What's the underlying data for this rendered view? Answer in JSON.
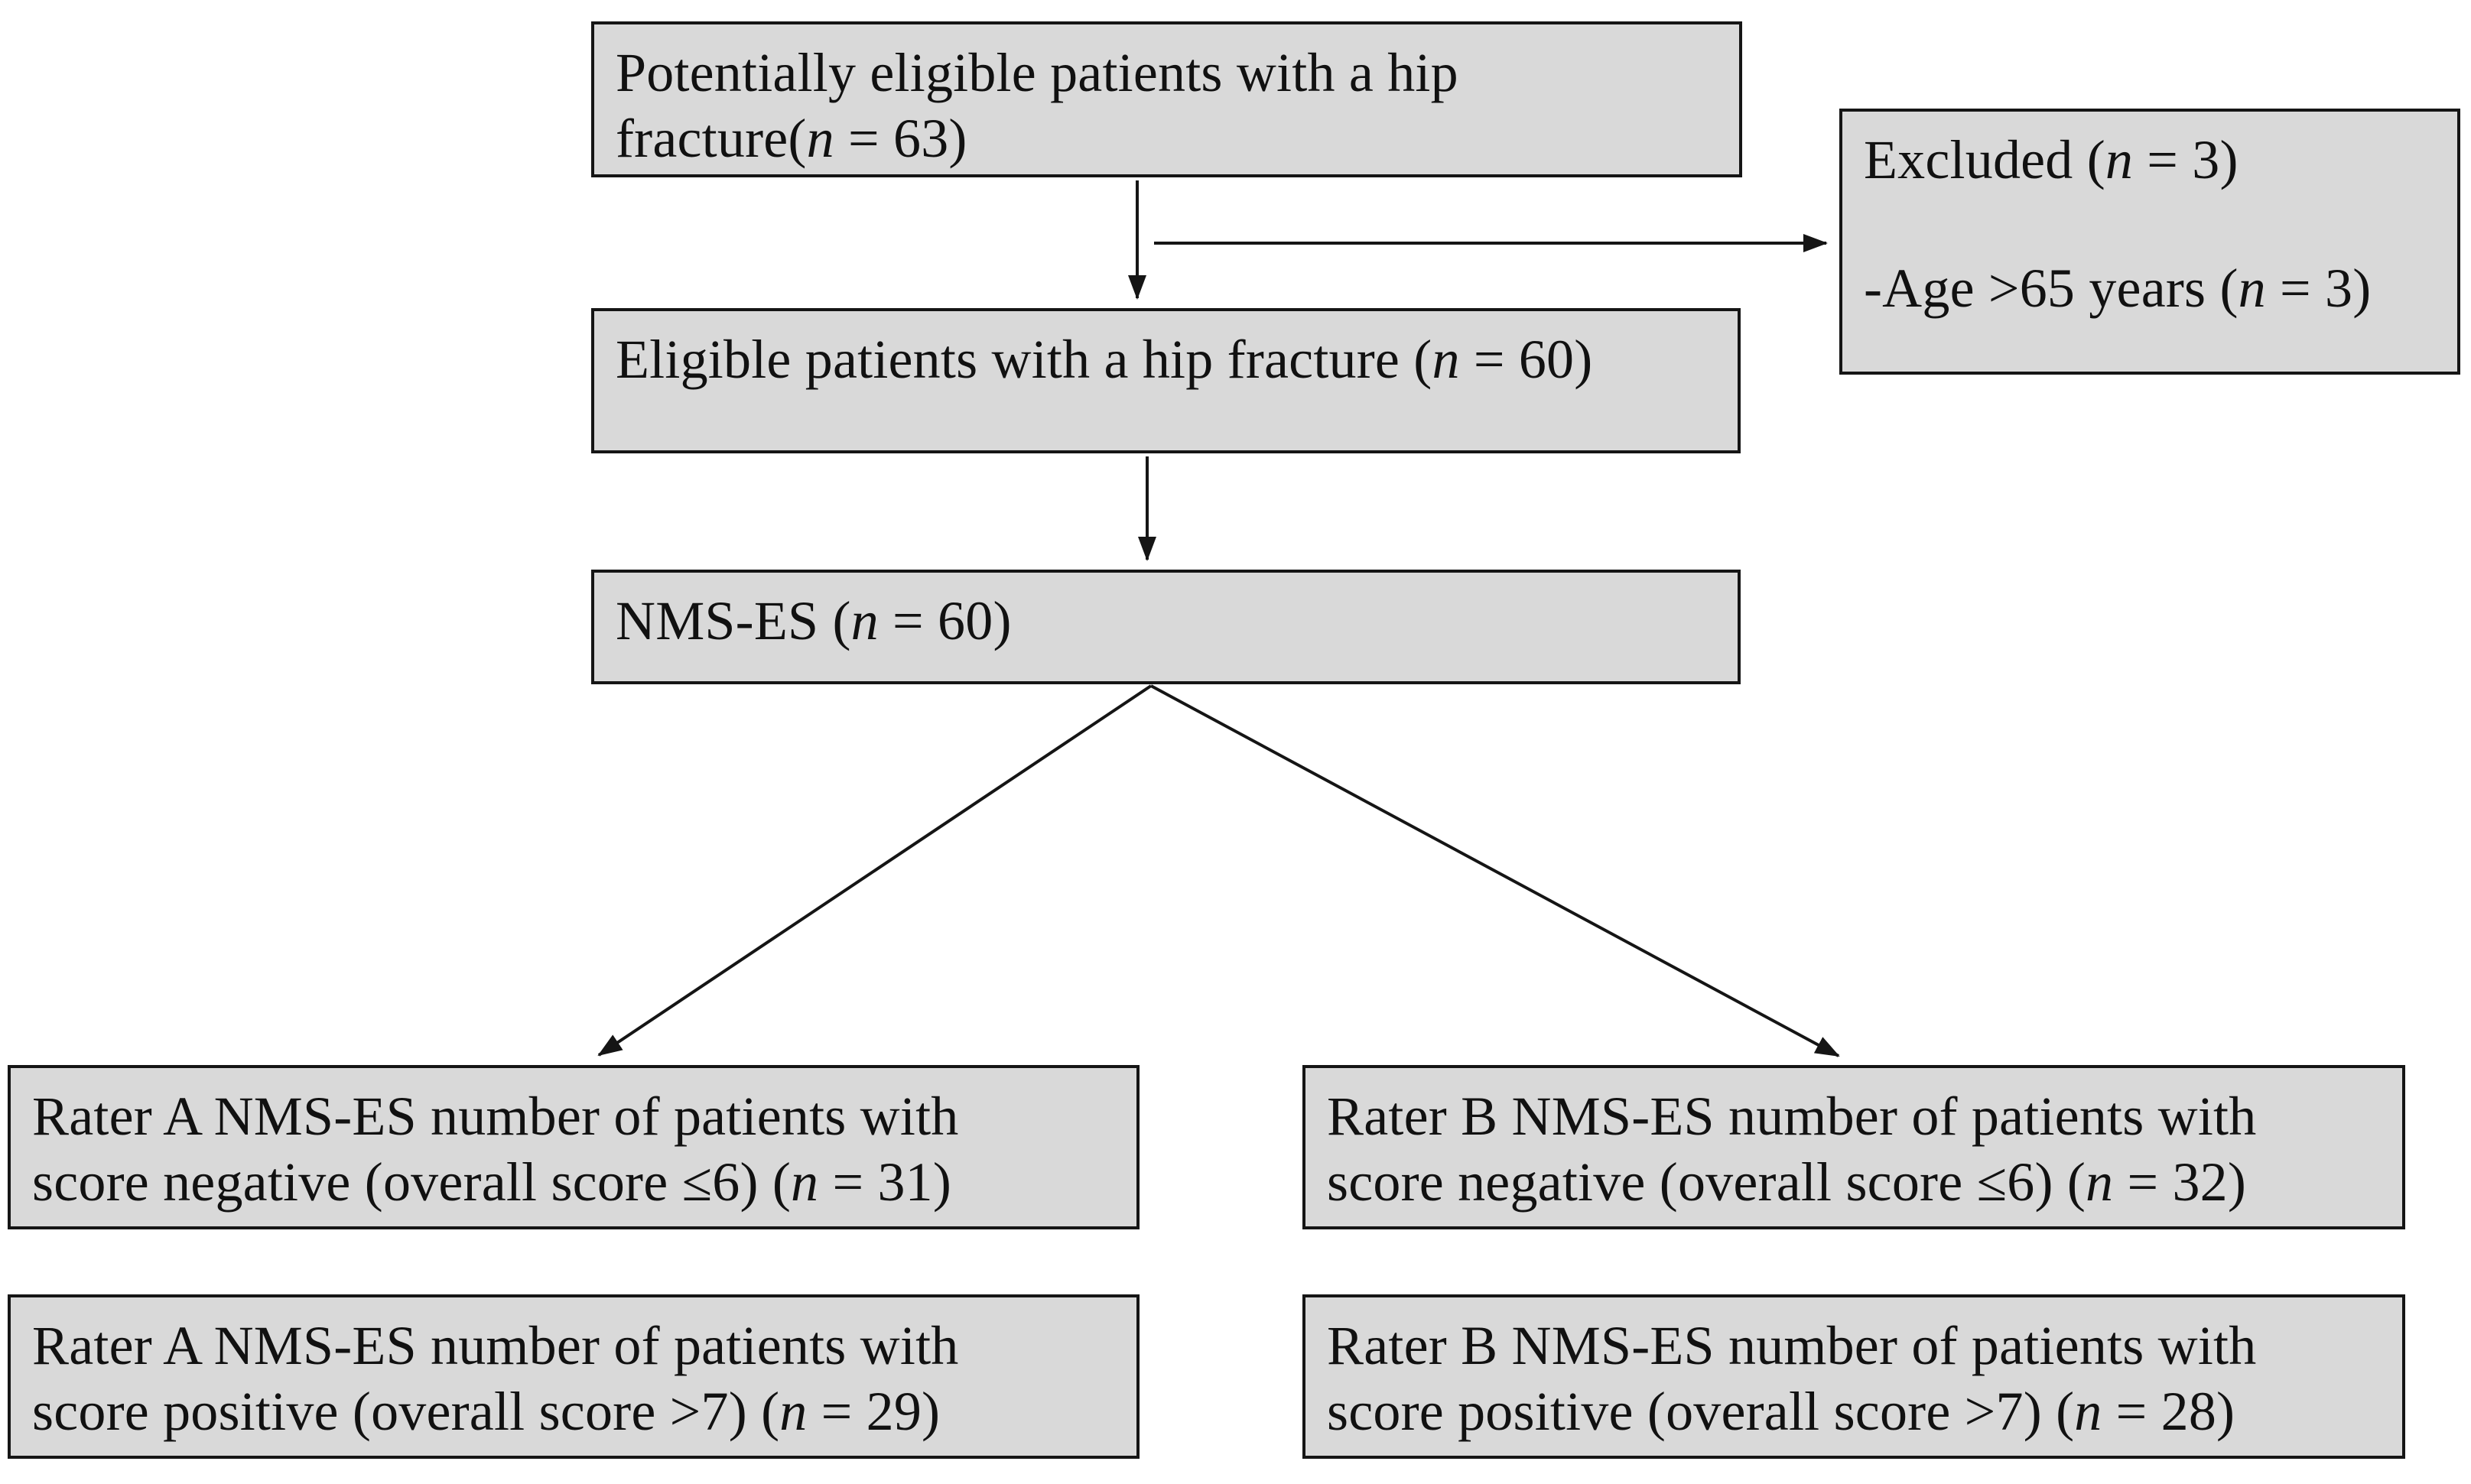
{
  "diagram": {
    "title": "Patient flow diagram",
    "background_color": "#ffffff",
    "node_fill_color": "#d9d9d9",
    "node_border_color": "#151515",
    "nodes": {
      "potentially_eligible": {
        "id": "potentially_eligible",
        "lines": [
          "Potentially eligible patients with a hip",
          "fracture(n = 63)"
        ],
        "n": 63
      },
      "excluded": {
        "id": "excluded",
        "lines": [
          "Excluded (n = 3)",
          "-Age >65 years (n = 3)"
        ],
        "n": 3
      },
      "eligible": {
        "id": "eligible",
        "lines": [
          "Eligible patients with a hip fracture (n = 60)"
        ],
        "n": 60
      },
      "nms_es": {
        "id": "nms_es",
        "lines": [
          "NMS-ES (n = 60)"
        ],
        "n": 60
      },
      "rater_a_negative": {
        "id": "rater_a_negative",
        "lines": [
          "Rater A NMS-ES number of patients with",
          "score negative (overall score ≤6) (n = 31)"
        ],
        "n": 31
      },
      "rater_a_positive": {
        "id": "rater_a_positive",
        "lines": [
          "Rater A NMS-ES number of patients with",
          "score positive (overall score >7) (n = 29)"
        ],
        "n": 29
      },
      "rater_b_negative": {
        "id": "rater_b_negative",
        "lines": [
          "Rater B NMS-ES number of patients with",
          "score negative (overall score ≤6) (n = 32)"
        ],
        "n": 32
      },
      "rater_b_positive": {
        "id": "rater_b_positive",
        "lines": [
          "Rater B NMS-ES number of patients with",
          "score positive (overall score >7) (n = 28)"
        ],
        "n": 28
      }
    },
    "edges": [
      {
        "from": "potentially_eligible",
        "to": "eligible",
        "style": "arrow",
        "direction": "down"
      },
      {
        "from": "potentially_eligible",
        "to": "excluded",
        "style": "arrow",
        "direction": "right"
      },
      {
        "from": "eligible",
        "to": "nms_es",
        "style": "arrow",
        "direction": "down"
      },
      {
        "from": "nms_es",
        "to": "rater_a_negative",
        "style": "arrow",
        "direction": "down-left"
      },
      {
        "from": "nms_es",
        "to": "rater_b_negative",
        "style": "arrow",
        "direction": "down-right"
      }
    ]
  }
}
